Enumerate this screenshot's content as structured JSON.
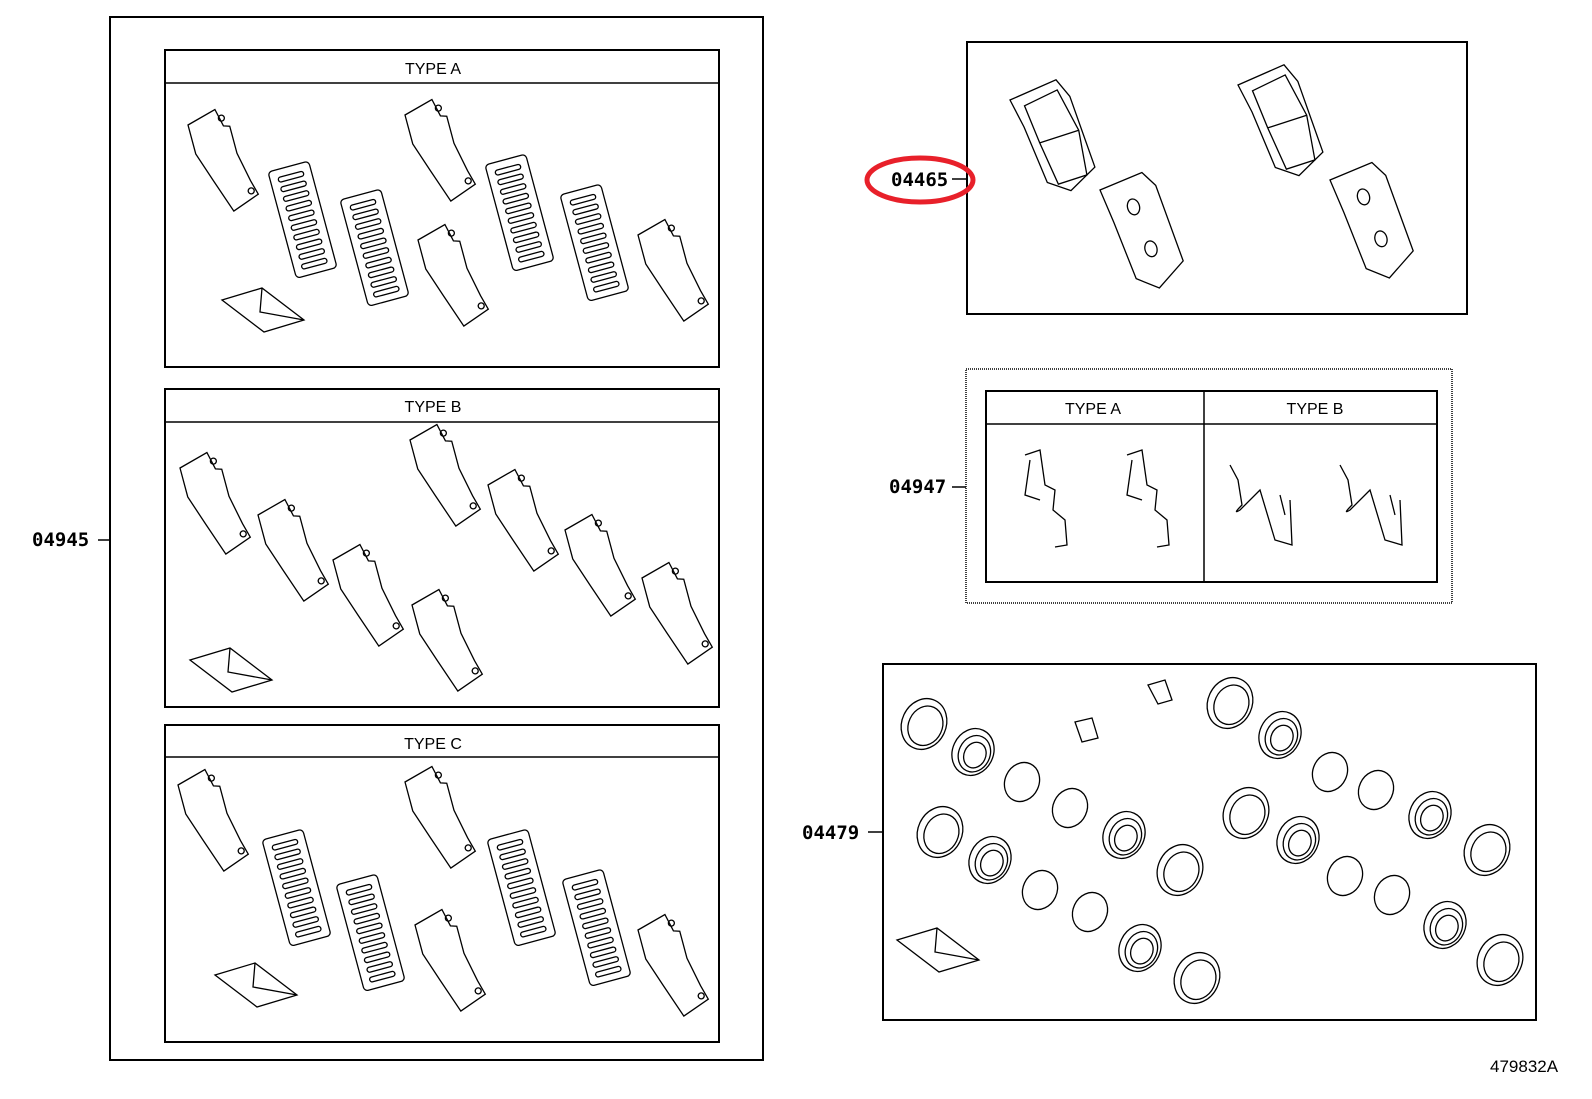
{
  "groups": {
    "shim_kit": {
      "part_number": "04945",
      "panels": [
        {
          "label": "TYPE A"
        },
        {
          "label": "TYPE B"
        },
        {
          "label": "TYPE C"
        }
      ]
    },
    "pad_kit": {
      "part_number": "04465",
      "highlighted": true,
      "highlight_color": "#e8202a"
    },
    "clip_kit": {
      "part_number": "04947",
      "panels": [
        {
          "label": "TYPE A"
        },
        {
          "label": "TYPE B"
        }
      ]
    },
    "seal_kit": {
      "part_number": "04479"
    }
  },
  "illustration_id": "479832A"
}
